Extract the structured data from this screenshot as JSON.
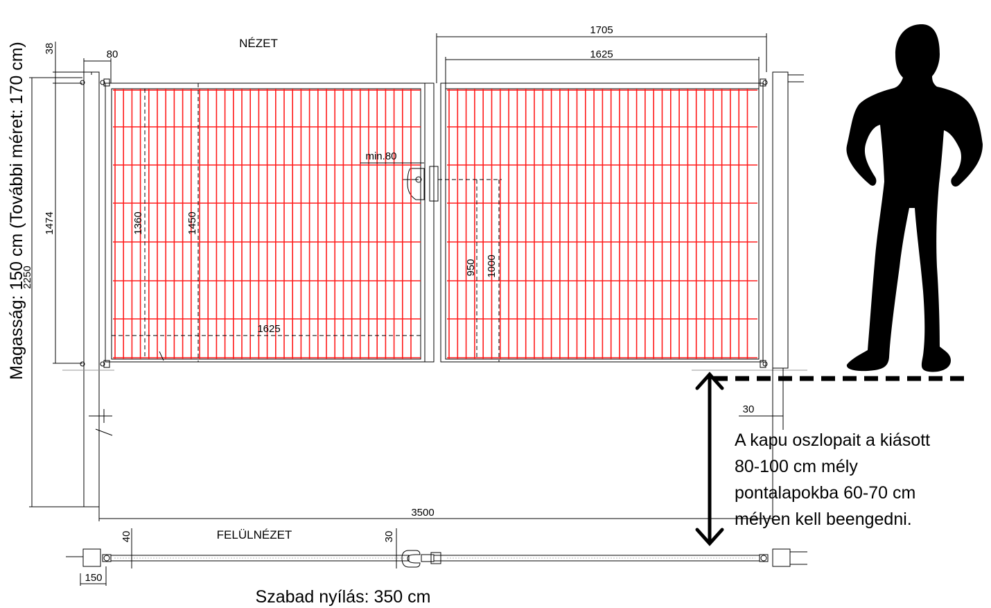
{
  "labels": {
    "view_front": "NÉZET",
    "view_top": "FELÜLNÉZET",
    "height_note": "Magasság: 150 cm  (További méret: 170 cm)",
    "free_opening": "Szabad nyílás: 350 cm",
    "foundation_note": [
      "A kapu oszlopait a kiásott",
      "80-100 cm mély",
      "pontalapokba 60-70 cm",
      "mélyen kell beengedni."
    ]
  },
  "dimensions": {
    "d1705": "1705",
    "d1625_top": "1625",
    "d38": "38",
    "d80": "80",
    "d1474": "1474",
    "d2250": "2250",
    "d1360": "1360",
    "d1450": "1450",
    "d1625_inner": "1625",
    "min80": "min.80",
    "d950": "950",
    "d1000": "1000",
    "d30_side": "30",
    "d3500": "3500",
    "d40": "40",
    "d30_top": "30",
    "d150": "150"
  },
  "colors": {
    "mesh": "#ff1a1a",
    "line": "#000000",
    "silhouette": "#000000"
  }
}
